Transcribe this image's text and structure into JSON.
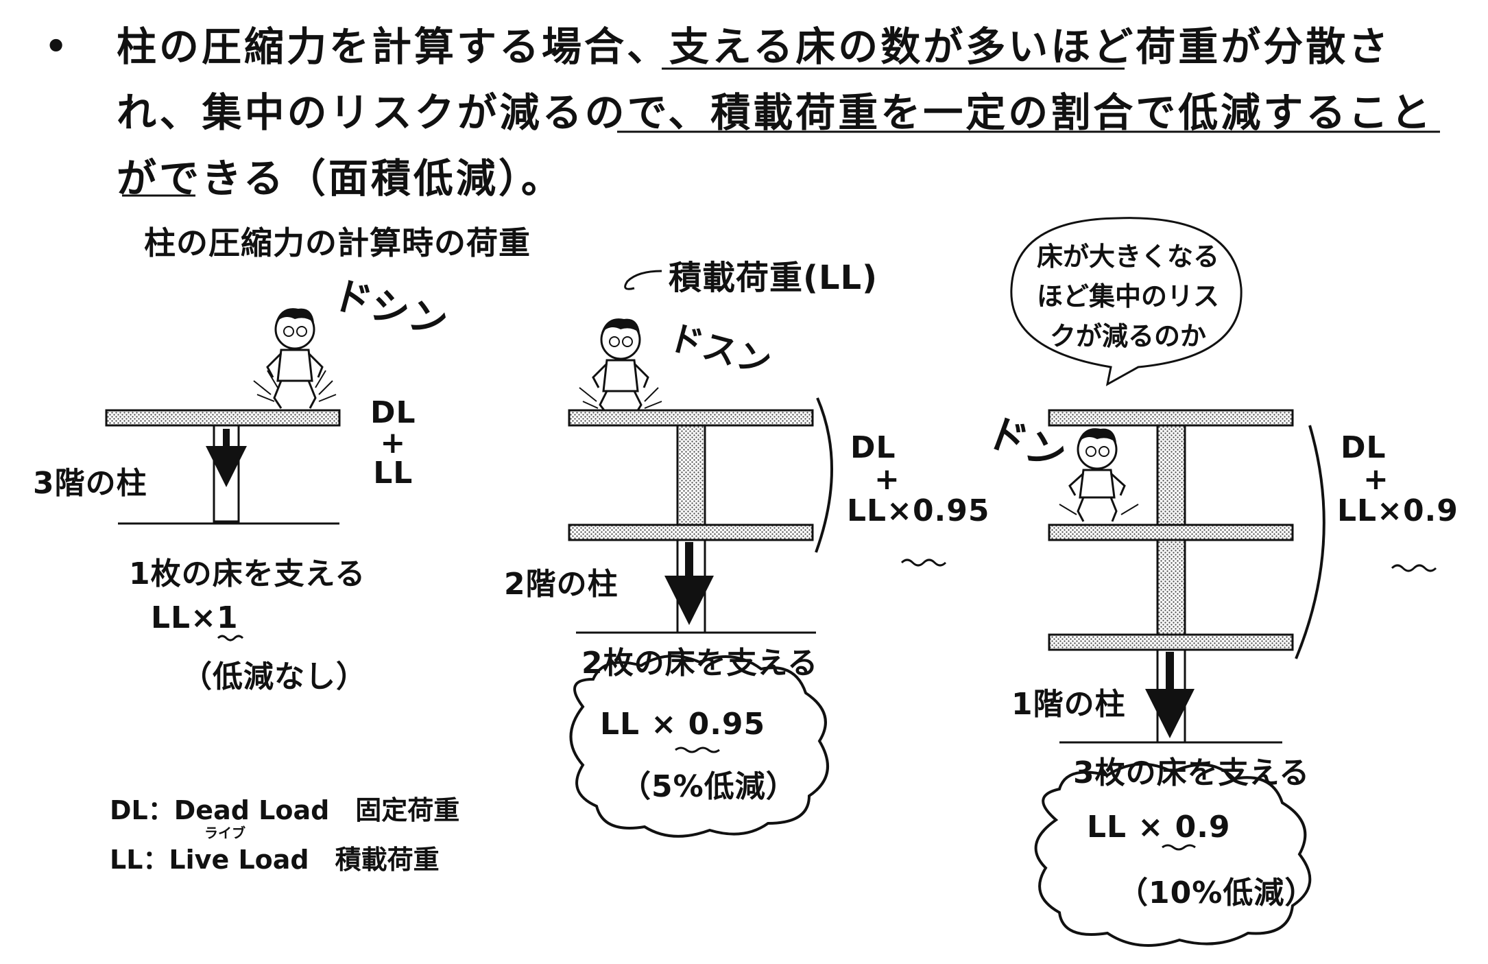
{
  "intro": {
    "bullet": "•",
    "part1": "柱の圧縮力を計算する場合、",
    "part2_underlined": "支える床の数が多いほど",
    "part3": "荷重が分散され、集中のリスクが減るので、",
    "part4_underlined": "積載荷重を一定の割合で低減することができる",
    "part5": "（面積低減）。"
  },
  "heading": "柱の圧縮力の計算時の荷重",
  "case1": {
    "sound": "ドシン",
    "load": [
      "DL",
      "+",
      "LL"
    ],
    "column_label": "3階の柱",
    "supports": "1枚の床を支える",
    "factor": "LL×1",
    "note": "（低減なし）"
  },
  "case2": {
    "load_label": "積載荷重(LL)",
    "sound": "ドスン",
    "load": [
      "DL",
      "+",
      "LL×0.95"
    ],
    "column_label": "2階の柱",
    "supports": "2枚の床を支える",
    "factor": "LL × 0.95",
    "note": "（5%低減）"
  },
  "case3": {
    "speech": [
      "床が大きくなる",
      "ほど集中のリス",
      "クが減るのか"
    ],
    "sound": "ドン",
    "load": [
      "DL",
      "+",
      "LL×0.9"
    ],
    "column_label": "1階の柱",
    "supports": "3枚の床を支える",
    "factor": "LL × 0.9",
    "note": "（10%低減）"
  },
  "legend": {
    "dl": "DL：Dead Load　固定荷重",
    "ll": "LL：Live Load　積載荷重",
    "ruby": "ライブ"
  }
}
